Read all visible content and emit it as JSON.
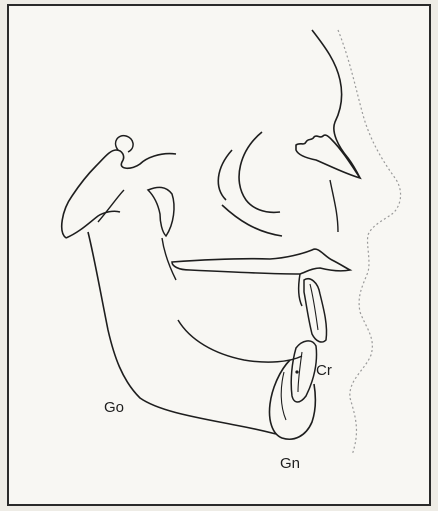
{
  "landmarks": {
    "go": "Go",
    "cr": "Cr",
    "gn": "Gn"
  },
  "colors": {
    "line": "#1e1e1e",
    "soft_tissue": "#9a9a9a",
    "background": "#f8f7f3",
    "border": "#2a2a2a"
  }
}
